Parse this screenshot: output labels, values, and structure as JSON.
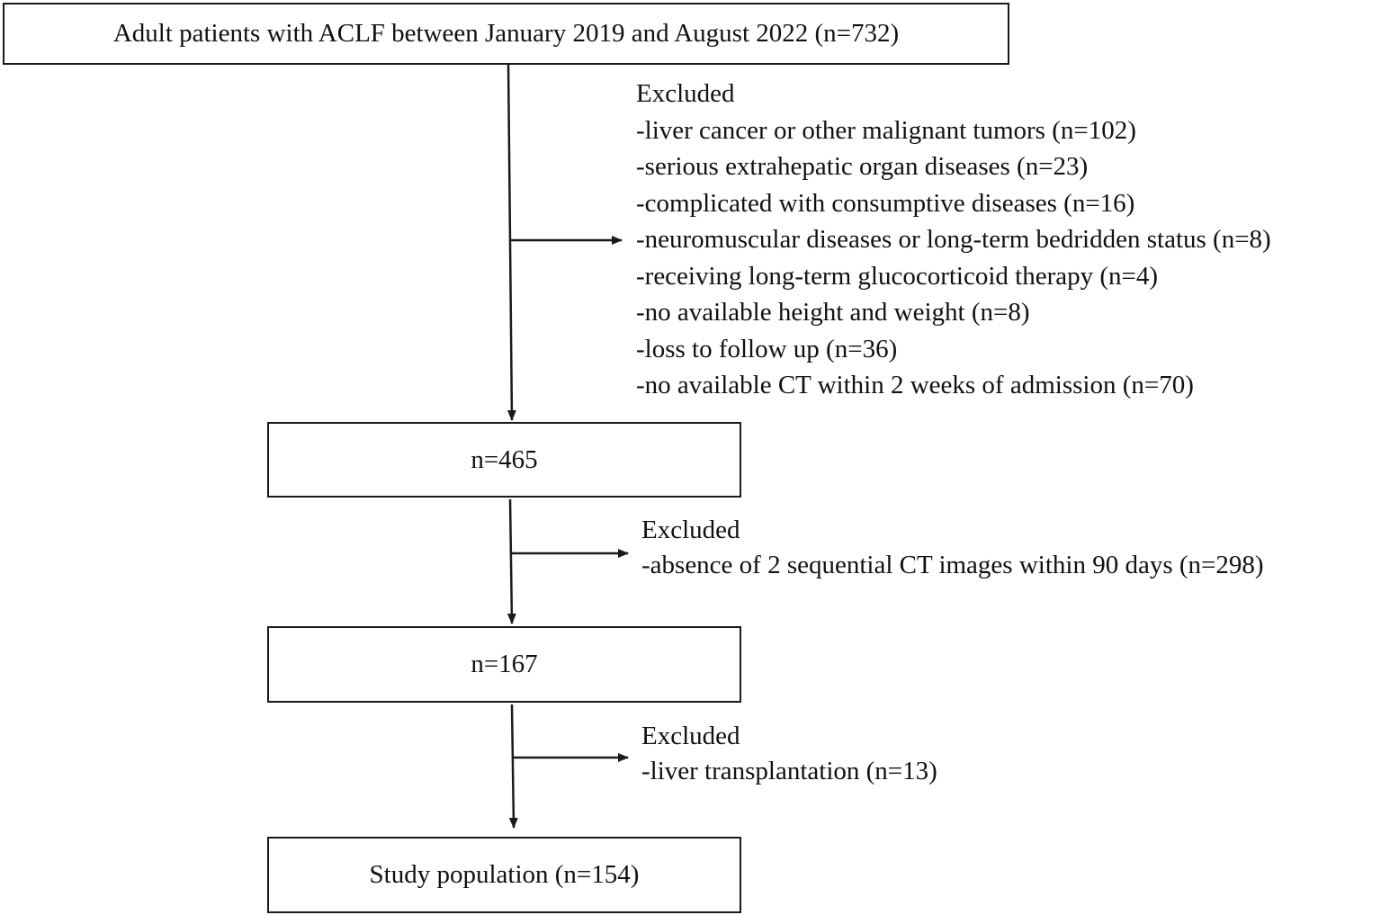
{
  "boxes": {
    "initial": "Adult patients with ACLF between January 2019 and August 2022 (n=732)",
    "stage2": "n=465",
    "stage3": "n=167",
    "final": "Study population (n=154)"
  },
  "exclusions": [
    {
      "heading": "Excluded",
      "items": [
        "-liver cancer or other malignant tumors (n=102)",
        "-serious extrahepatic organ diseases (n=23)",
        "-complicated with consumptive diseases (n=16)",
        "-neuromuscular diseases or long-term bedridden status (n=8)",
        "-receiving long-term glucocorticoid therapy (n=4)",
        "-no available height and weight (n=8)",
        "-loss to follow up (n=36)",
        "-no available CT within 2 weeks of admission (n=70)"
      ]
    },
    {
      "heading": "Excluded",
      "items": [
        "-absence of 2 sequential CT images within 90 days (n=298)"
      ]
    },
    {
      "heading": "Excluded",
      "items": [
        "-liver transplantation (n=13)"
      ]
    }
  ]
}
